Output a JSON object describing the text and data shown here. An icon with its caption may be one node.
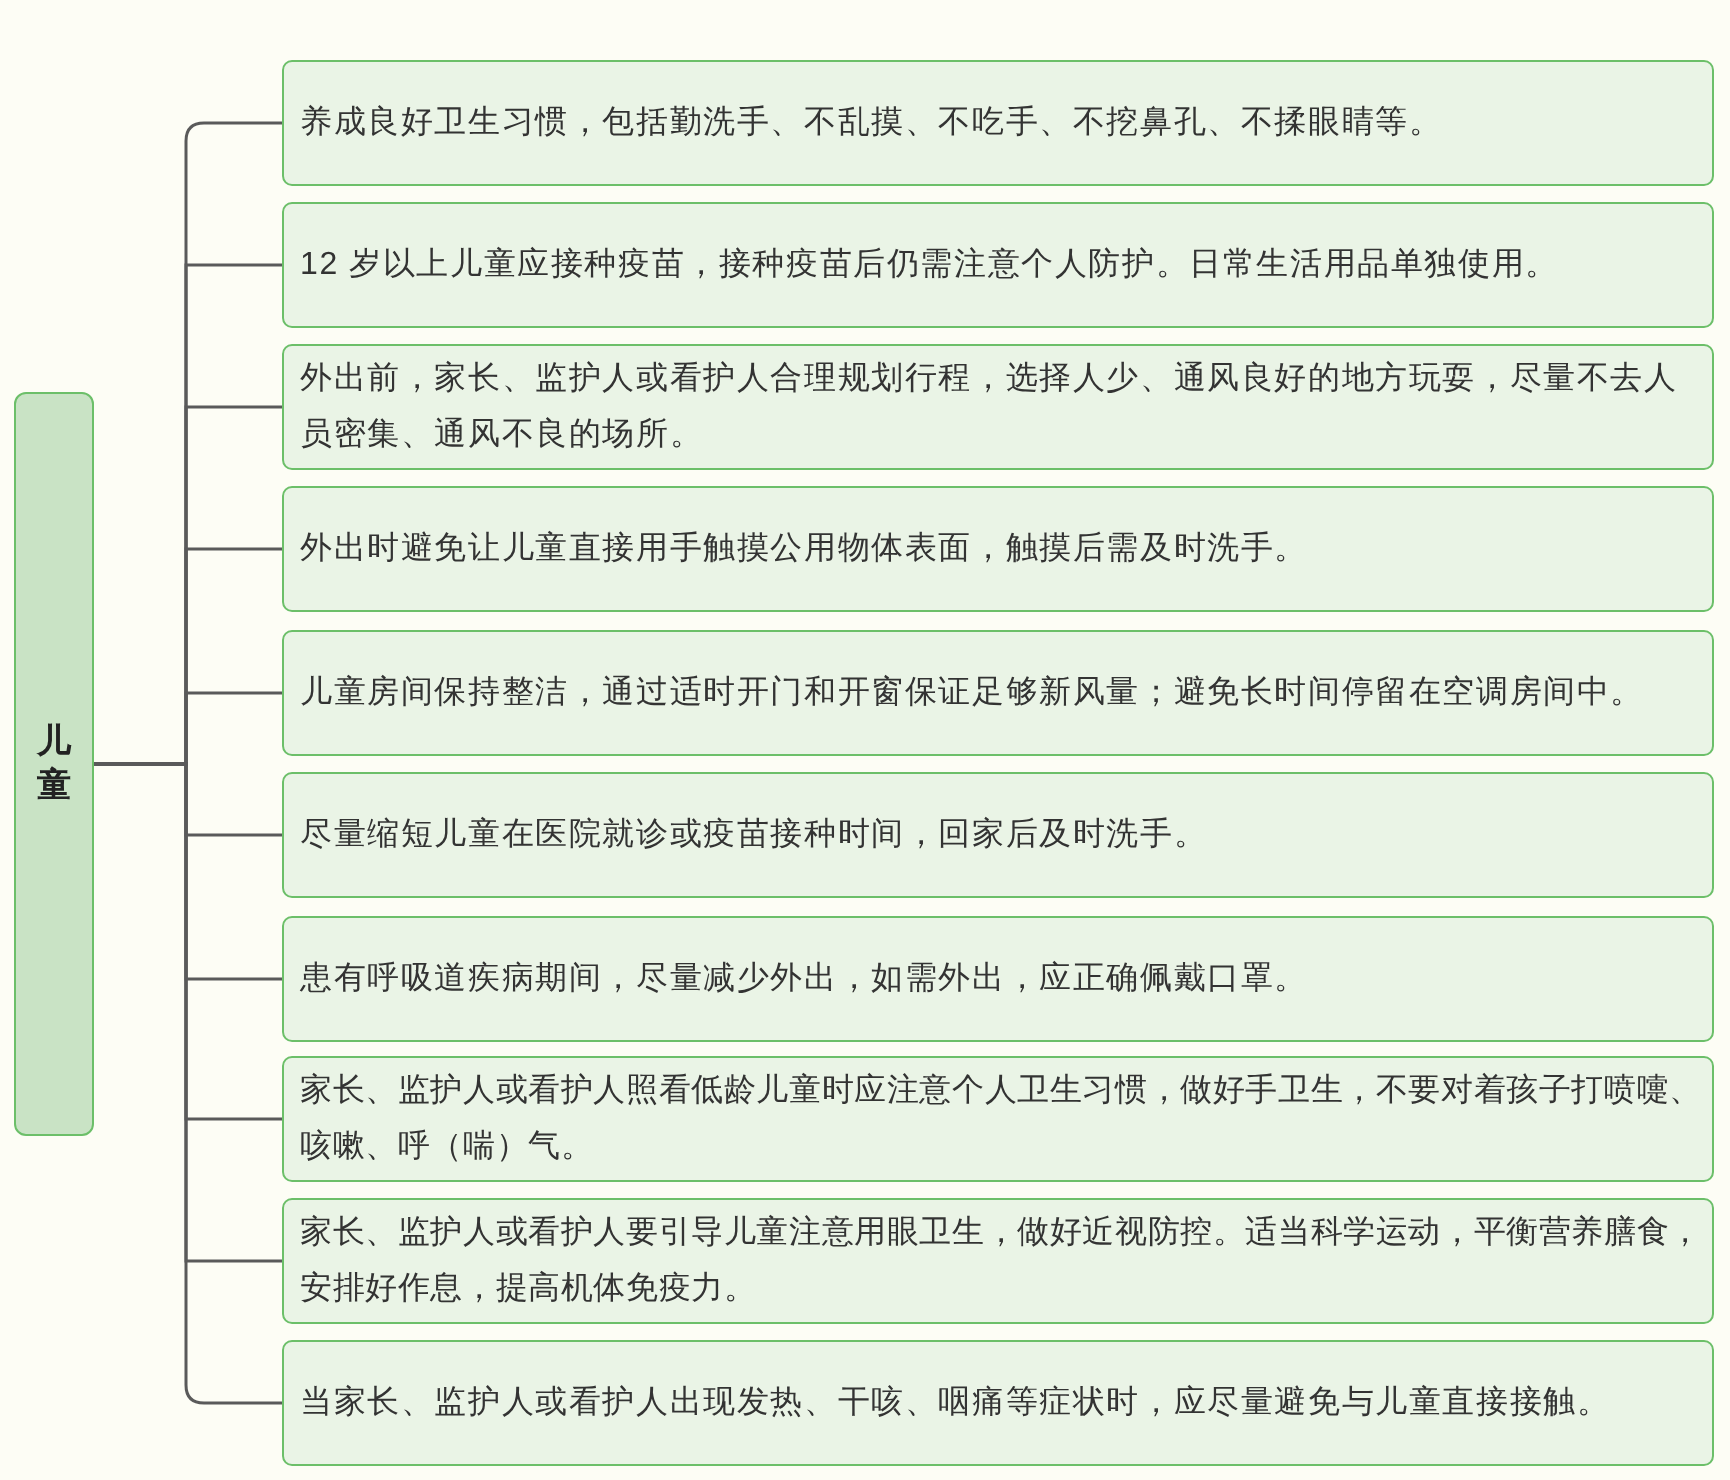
{
  "diagram": {
    "nodes": [
      {
        "text": [
          "儿童"
        ]
      },
      {
        "text": [
          "养成良好卫生习惯，包括勤洗手、不乱摸、不吃手、不挖鼻孔、不揉眼睛等。"
        ]
      },
      {
        "text": [
          "12 岁以上儿童应接种疫苗，接种疫苗后仍需注意个人防护。日常生活用品单独使用。"
        ]
      },
      {
        "text": [
          "外出前，家长、监护人或看护人合理规划行程，选择人少、通风良好的地方玩耍，尽量不去人员密集、通风不良的场所。"
        ]
      },
      {
        "text": [
          "外出时避免让儿童直接用手触摸公用物体表面，触摸后需及时洗手。"
        ]
      },
      {
        "text": [
          "儿童房间保持整洁，通过适时开门和开窗保证足够新风量；避免长时间停留在空调房间中。"
        ]
      },
      {
        "text": [
          "尽量缩短儿童在医院就诊或疫苗接种时间，回家后及时洗手。"
        ]
      },
      {
        "text": [
          "患有呼吸道疾病期间，尽量减少外出，如需外出，应正确佩戴口罩。"
        ]
      },
      {
        "text": [
          "家长、监护人或看护人照看低龄儿童时应注意个人卫生习惯，做好手卫生，不要对着孩子打喷嚏、咳嗽、呼（喘）气。"
        ]
      },
      {
        "text": [
          "家长、监护人或看护人要引导儿童注意用眼卫生，做好近视防控。适当科学运动，平衡营养膳食，安排好作息，提高机体免疫力。"
        ]
      },
      {
        "text": [
          "当家长、监护人或看护人出现发热、干咳、咽痛等症状时，应尽量避免与儿童直接接触。"
        ]
      }
    ],
    "edges": [
      {
        "from": 0,
        "to": 1,
        "arrow": "none"
      },
      {
        "from": 0,
        "to": 2,
        "arrow": "none"
      },
      {
        "from": 0,
        "to": 3,
        "arrow": "none"
      },
      {
        "from": 0,
        "to": 4,
        "arrow": "none"
      },
      {
        "from": 0,
        "to": 5,
        "arrow": "none"
      },
      {
        "from": 0,
        "to": 6,
        "arrow": "none"
      },
      {
        "from": 0,
        "to": 7,
        "arrow": "none"
      },
      {
        "from": 0,
        "to": 8,
        "arrow": "none"
      },
      {
        "from": 0,
        "to": 9,
        "arrow": "none"
      },
      {
        "from": 0,
        "to": 10,
        "arrow": "none"
      }
    ]
  }
}
